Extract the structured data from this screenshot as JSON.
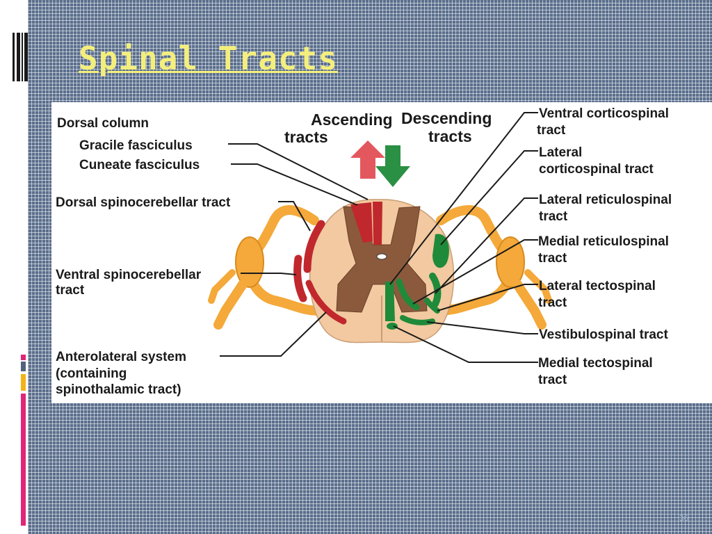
{
  "slide": {
    "title": "Spinal Tracts",
    "page_number": "36"
  },
  "diagram": {
    "headers": {
      "ascending": [
        "Ascending",
        "tracts"
      ],
      "descending": [
        "Descending",
        "tracts"
      ]
    },
    "left_labels": {
      "dorsal_column": "Dorsal column",
      "gracile": "Gracile fasciculus",
      "cuneate": "Cuneate fasciculus",
      "dorsal_spinocerebellar": "Dorsal spinocerebellar tract",
      "ventral_spinocerebellar": [
        "Ventral spinocerebellar",
        "tract"
      ],
      "anterolateral": [
        "Anterolateral system",
        "(containing",
        "spinothalamic tract)"
      ]
    },
    "right_labels": {
      "ventral_corticospinal": [
        "Ventral corticospinal",
        "tract"
      ],
      "lateral_corticospinal": [
        "Lateral",
        "corticospinal tract"
      ],
      "lateral_reticulospinal": [
        "Lateral reticulospinal",
        "tract"
      ],
      "medial_reticulospinal": [
        "Medial reticulospinal",
        "tract"
      ],
      "lateral_tectospinal": [
        "Lateral tectospinal",
        "tract"
      ],
      "vestibulospinal": "Vestibulospinal tract",
      "medial_tectospinal": [
        "Medial tectospinal",
        "tract"
      ]
    }
  },
  "colors": {
    "slide_bg": "#5a6e8c",
    "title": "#f4ef7c",
    "ascending": "#c0282d",
    "descending": "#1f8a3a",
    "gray_matter": "#8b5a3c",
    "white_matter": "#f2c9a0",
    "nerve": "#f4a93a",
    "accent_pink": "#e0257a",
    "accent_gold": "#f2b318",
    "accent_slate": "#52627c"
  }
}
